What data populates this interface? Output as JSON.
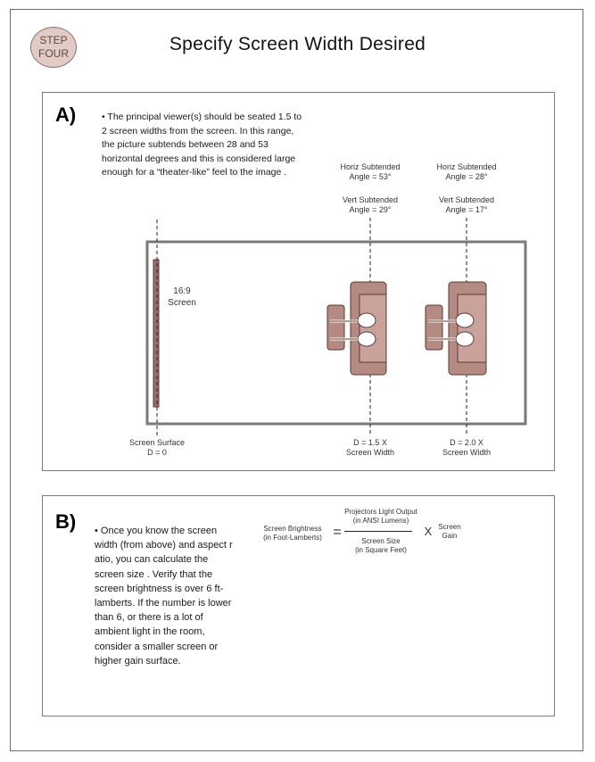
{
  "header": {
    "step_badge": "STEP FOUR",
    "step_line1": "STEP",
    "step_line2": "FOUR",
    "title": "Specify Screen Width Desired"
  },
  "section_a": {
    "label": "A)",
    "bullet": "• The principal viewer(s) should be seated 1.5 to 2 screen widths from the screen. In this range, the picture subtends between 28 and 53 horizontal degrees and this is considered large enough for a “theater-like” feel to the image .",
    "screen_label_1": "16:9",
    "screen_label_2": "Screen",
    "seat1": {
      "horiz_1": "Horiz Subtended",
      "horiz_2": "Angle = 53°",
      "vert_1": "Vert Subtended",
      "vert_2": "Angle = 29°",
      "dist_1": "D = 1.5 X",
      "dist_2": "Screen Width"
    },
    "seat2": {
      "horiz_1": "Horiz Subtended",
      "horiz_2": "Angle = 28°",
      "vert_1": "Vert Subtended",
      "vert_2": "Angle = 17°",
      "dist_1": "D = 2.0 X",
      "dist_2": "Screen Width"
    },
    "surface_1": "Screen Surface",
    "surface_2": "D = 0"
  },
  "section_b": {
    "label": "B)",
    "bullet": "• Once you know the screen width (from above) and aspect r atio, you can calculate the screen size . Verify that the screen brightness is over 6 ft-lamberts. If the number is lower than 6, or there is a lot of ambient light in the room, consider a smaller screen or higher gain surface.",
    "formula": {
      "lhs_1": "Screen Brightness",
      "lhs_2": "(in Foot-Lamberts)",
      "equals": "=",
      "num_1": "Projectors Light Output",
      "num_2": "(in ANSI Lumens)",
      "den_1": "Screen Size",
      "den_2": "(in Square Feet)",
      "times": "X",
      "gain_1": "Screen",
      "gain_2": "Gain"
    }
  },
  "colors": {
    "sofa": "#b48a82",
    "sofa_dark": "#5a3a35",
    "screen_bar": "#9b6f68",
    "badge_fill": "#e3cbc5",
    "room_border": "#7a7a7a"
  }
}
